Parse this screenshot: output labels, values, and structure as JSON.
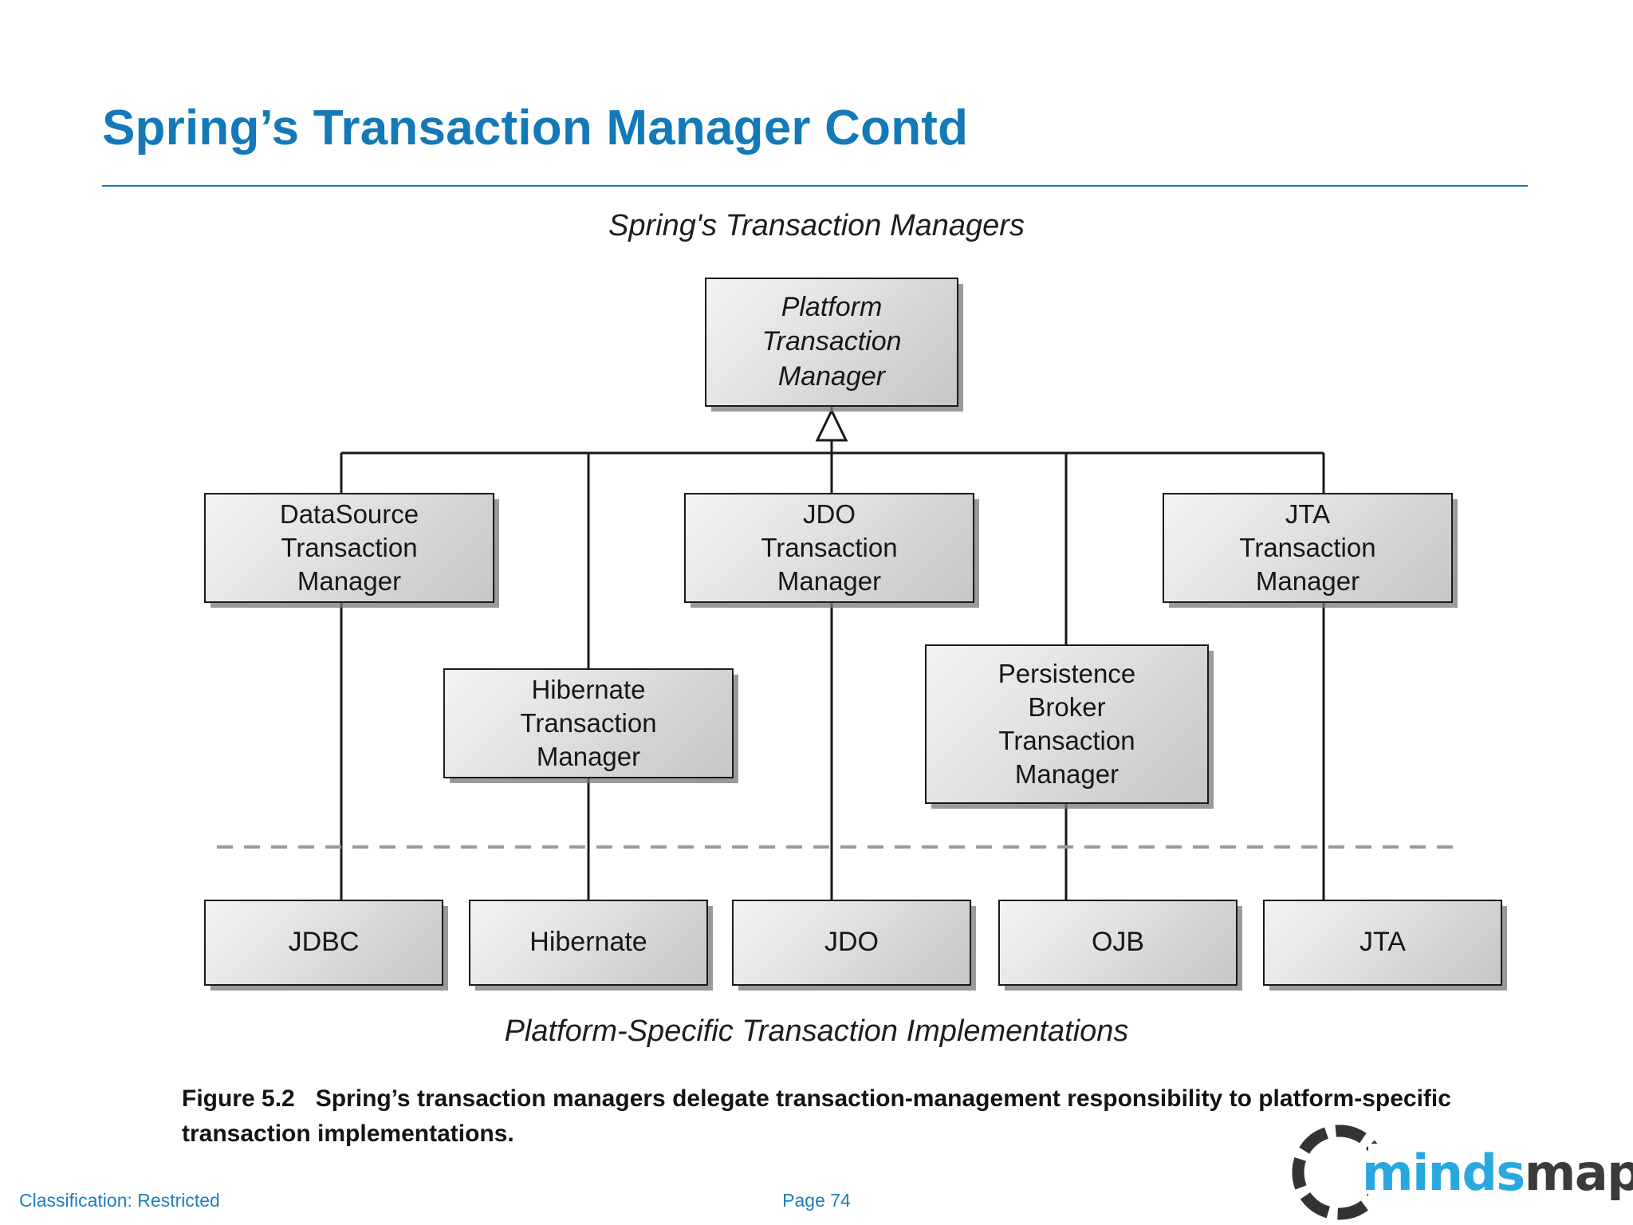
{
  "slide": {
    "title": "Spring’s Transaction Manager Contd",
    "title_color": "#1479B8",
    "rule_color": "#1479B8"
  },
  "diagram": {
    "heading_top": "Spring's Transaction Managers",
    "heading_bottom": "Platform-Specific Transaction Implementations",
    "root": {
      "label": "Platform\nTransaction\nManager"
    },
    "managers": [
      {
        "label": "DataSource\nTransaction\nManager"
      },
      {
        "label": "JDO\nTransaction\nManager"
      },
      {
        "label": "JTA\nTransaction\nManager"
      },
      {
        "label": "Hibernate\nTransaction\nManager"
      },
      {
        "label": "Persistence\nBroker\nTransaction\nManager"
      }
    ],
    "implementations": [
      {
        "label": "JDBC"
      },
      {
        "label": "Hibernate"
      },
      {
        "label": "JDO"
      },
      {
        "label": "OJB"
      },
      {
        "label": "JTA"
      }
    ]
  },
  "figure": {
    "number": "Figure 5.2",
    "text": "Spring’s transaction managers delegate transaction-management responsibility to platform-specific transaction implementations."
  },
  "footer": {
    "classification": "Classification:  Restricted",
    "page": "Page 74"
  },
  "logo": {
    "brand_first": "minds",
    "brand_second": "mapped",
    "color_first": "#29A8E0",
    "color_second": "#3B3B3B"
  }
}
